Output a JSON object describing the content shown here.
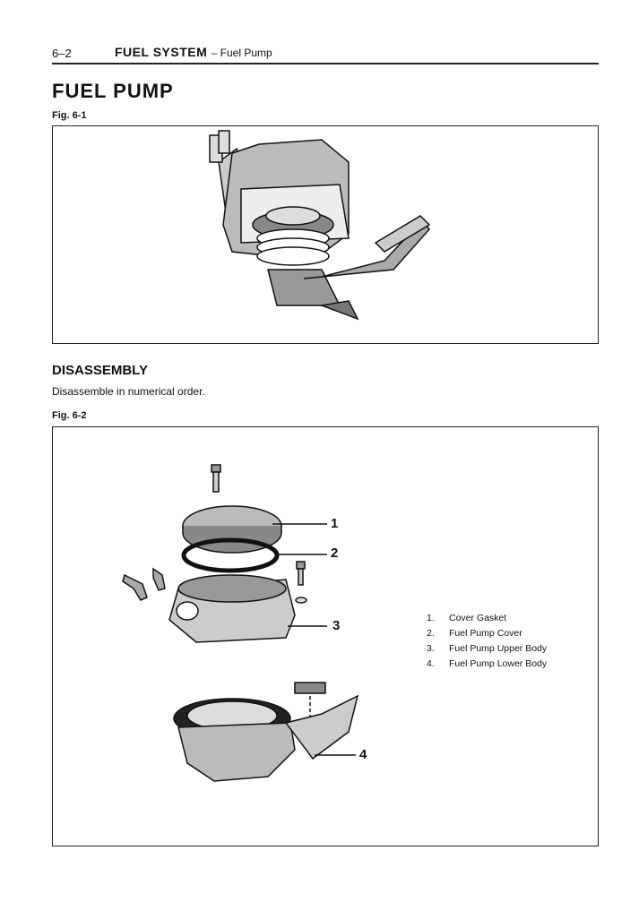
{
  "header": {
    "page_number": "6–2",
    "section": "FUEL SYSTEM",
    "subsection": "– Fuel Pump"
  },
  "title": "FUEL PUMP",
  "figure1": {
    "label": "Fig. 6-1"
  },
  "disassembly": {
    "heading": "DISASSEMBLY",
    "text": "Disassemble in numerical order."
  },
  "figure2": {
    "label": "Fig. 6-2",
    "callouts": [
      "1",
      "2",
      "3",
      "4"
    ],
    "legend": [
      {
        "num": "1.",
        "text": "Cover Gasket"
      },
      {
        "num": "2.",
        "text": "Fuel Pump Cover"
      },
      {
        "num": "3.",
        "text": "Fuel Pump Upper Body"
      },
      {
        "num": "4.",
        "text": "Fuel Pump Lower Body"
      }
    ]
  }
}
